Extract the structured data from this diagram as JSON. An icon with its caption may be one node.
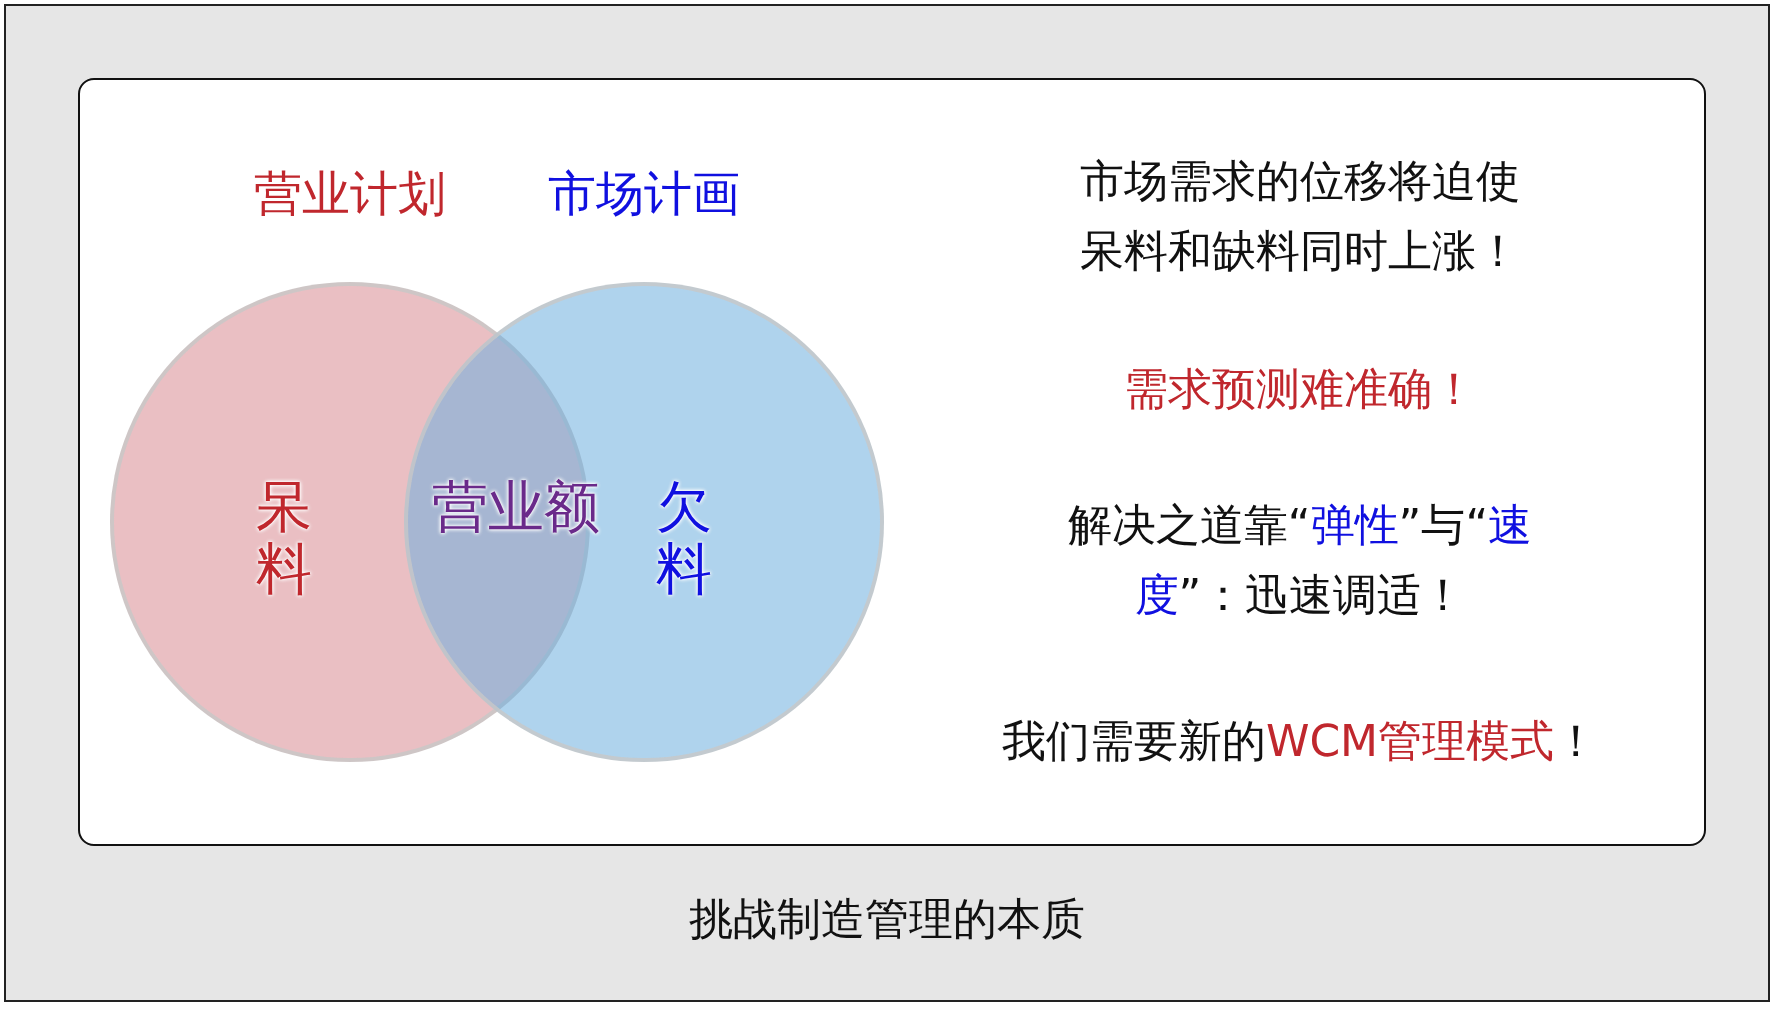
{
  "diagram": {
    "caption": "挑战制造管理的本质",
    "nodes": [
      {
        "text": [],
        "shape": "box"
      },
      {
        "text": [
          "营业计划",
          "呆料"
        ],
        "in": 0
      },
      {
        "text": [
          "市场计画",
          "欠料"
        ],
        "in": 0
      },
      {
        "text": [
          "营业额"
        ]
      }
    ],
    "edges": [],
    "labels": [
      "市场需求的位移将迫使呆料和缺料同时上涨！",
      "需求预测难准确！",
      "解决之道靠“**弹性**”与“**速度**”：迅速调适！",
      "我们需要新的**WCM管理模式**！"
    ]
  }
}
